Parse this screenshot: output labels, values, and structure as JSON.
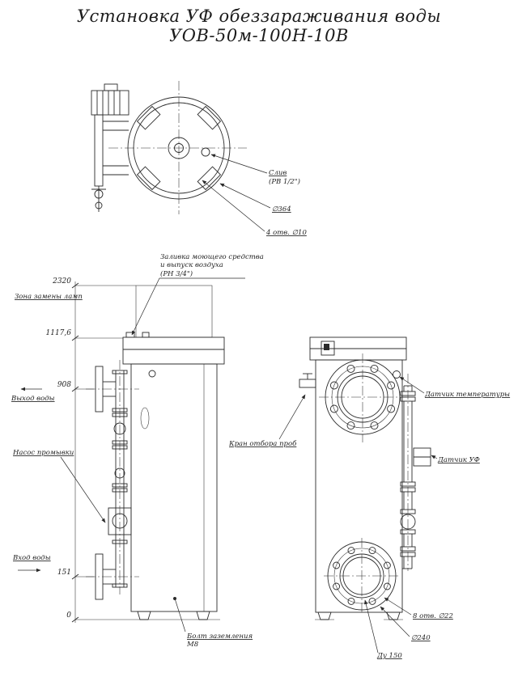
{
  "title": "Установка УФ обеззараживания воды УОВ-50м-100Н-10В",
  "colors": {
    "line": "#2b2b2b",
    "background": "#ffffff"
  },
  "top_view": {
    "drain_label_line1": "Слив",
    "drain_label_line2": "(РВ 1/2\")",
    "flange_diameter_label": "∅364",
    "bolt_holes_label": "4 отв. ∅10"
  },
  "side_view": {
    "fill_port_label_line1": "Заливка моющего средства",
    "fill_port_label_line2": "и выпуск воздуха",
    "fill_port_label_line3": "(РН 3/4\")",
    "lamp_zone_label": "Зона замены ламп",
    "water_outlet_label": "Выход воды",
    "wash_pump_label": "Насос промывки",
    "water_inlet_label": "Вход воды",
    "ground_bolt_label_line1": "Болт заземления",
    "ground_bolt_label_line2": "М8",
    "dimensions": {
      "total_height": "2320",
      "cap_height": "1117,6",
      "outlet_height": "908",
      "inlet_height": "151",
      "base": "0"
    }
  },
  "front_view": {
    "sample_valve_label": "Кран отбора проб",
    "temperature_sensor_label": "Датчик температуры",
    "uv_sensor_label": "Датчик УФ",
    "bolt_holes_label": "8 отв. ∅22",
    "flange_diameter_label": "∅240",
    "nominal_diameter_label": "Ду 150"
  }
}
